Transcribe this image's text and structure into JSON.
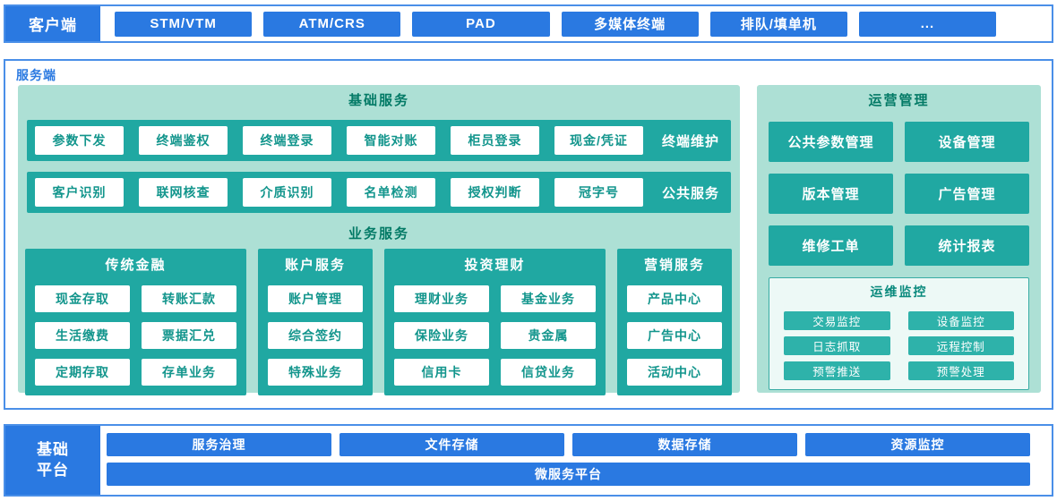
{
  "colors": {
    "accent_blue": "#2a79e1",
    "band_border_blue": "#4a8fe8",
    "teal_dark": "#20a8a2",
    "teal_light": "#ade0d5",
    "teal_mini": "#2eb2aa",
    "white_box_text": "#12958c",
    "panel_title_text": "#037a66"
  },
  "client_band": {
    "label": "客户端",
    "items": [
      "STM/VTM",
      "ATM/CRS",
      "PAD",
      "多媒体终端",
      "排队/填单机",
      "..."
    ]
  },
  "server_band": {
    "label": "服务端",
    "basic_services": {
      "title": "基础服务",
      "rows": [
        {
          "label": "终端维护",
          "items": [
            "参数下发",
            "终端鉴权",
            "终端登录",
            "智能对账",
            "柜员登录",
            "现金/凭证"
          ]
        },
        {
          "label": "公共服务",
          "items": [
            "客户识别",
            "联网核查",
            "介质识别",
            "名单检测",
            "授权判断",
            "冠字号"
          ]
        }
      ]
    },
    "business_services": {
      "title": "业务服务",
      "groups": [
        {
          "title": "传统金融",
          "items": [
            "现金存取",
            "转账汇款",
            "生活缴费",
            "票据汇兑",
            "定期存取",
            "存单业务"
          ]
        },
        {
          "title": "账户服务",
          "items": [
            "账户管理",
            "综合签约",
            "特殊业务"
          ]
        },
        {
          "title": "投资理财",
          "items": [
            "理财业务",
            "基金业务",
            "保险业务",
            "贵金属",
            "信用卡",
            "信贷业务"
          ]
        },
        {
          "title": "营销服务",
          "items": [
            "产品中心",
            "广告中心",
            "活动中心"
          ]
        }
      ]
    },
    "operations": {
      "title": "运营管理",
      "items": [
        "公共参数管理",
        "设备管理",
        "版本管理",
        "广告管理",
        "维修工单",
        "统计报表"
      ],
      "monitor": {
        "title": "运维监控",
        "items": [
          "交易监控",
          "设备监控",
          "日志抓取",
          "远程控制",
          "预警推送",
          "预警处理"
        ]
      }
    }
  },
  "platform_band": {
    "label": "基础平台",
    "items": [
      "服务治理",
      "文件存储",
      "数据存储",
      "资源监控"
    ],
    "wide_item": "微服务平台"
  }
}
